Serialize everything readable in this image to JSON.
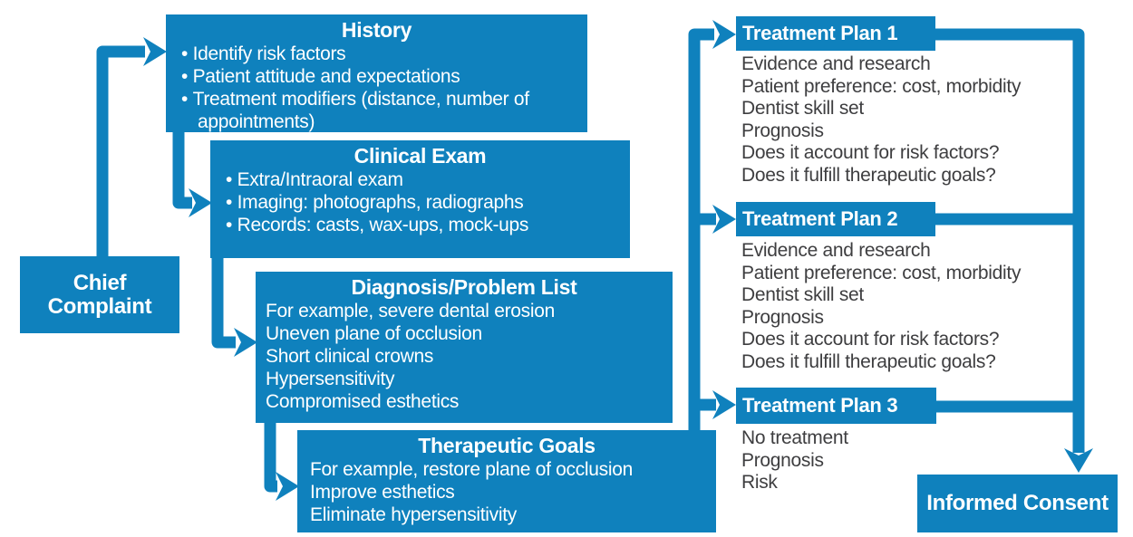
{
  "colors": {
    "box_blue": "#0f81bd",
    "list_text": "#3e3e40",
    "box_text": "#ffffff"
  },
  "boxes": {
    "chief_complaint": {
      "title": "Chief Complaint"
    },
    "history": {
      "title": "History",
      "bullets": [
        "Identify risk factors",
        "Patient attitude and expectations",
        "Treatment modifiers (distance, number of appointments)"
      ]
    },
    "clinical_exam": {
      "title": "Clinical Exam",
      "bullets": [
        "Extra/Intraoral exam",
        "Imaging: photographs, radiographs",
        "Records: casts, wax-ups, mock-ups"
      ]
    },
    "diagnosis": {
      "title": "Diagnosis/Problem List",
      "lines": [
        "For example, severe dental erosion",
        "Uneven plane of occlusion",
        "Short clinical crowns",
        "Hypersensitivity",
        "Compromised esthetics"
      ]
    },
    "therapeutic_goals": {
      "title": "Therapeutic Goals",
      "lines": [
        "For example, restore plane of occlusion",
        "Improve esthetics",
        "Eliminate hypersensitivity"
      ]
    },
    "treatment_plan_1": {
      "title": "Treatment Plan 1",
      "lines": [
        "Evidence and research",
        "Patient preference: cost, morbidity",
        "Dentist skill set",
        "Prognosis",
        "Does it account for risk factors?",
        "Does it fulfill therapeutic goals?"
      ]
    },
    "treatment_plan_2": {
      "title": "Treatment Plan 2",
      "lines": [
        "Evidence and research",
        "Patient preference: cost, morbidity",
        "Dentist skill set",
        "Prognosis",
        "Does it account for risk factors?",
        "Does it fulfill therapeutic goals?"
      ]
    },
    "treatment_plan_3": {
      "title": "Treatment Plan 3",
      "lines": [
        "No treatment",
        "Prognosis",
        "Risk"
      ]
    },
    "informed_consent": {
      "title": "Informed Consent"
    }
  }
}
